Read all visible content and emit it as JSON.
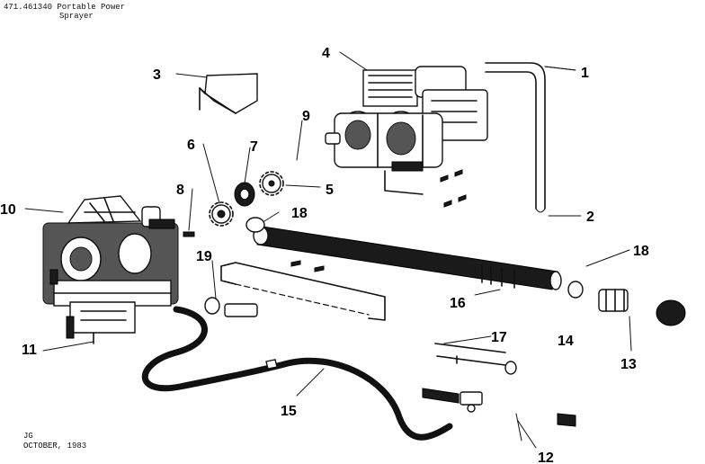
{
  "header": {
    "line1": "471.461340 Portable Power",
    "line2": "Sprayer"
  },
  "footer": {
    "line1": "JG",
    "line2": "OCTOBER, 1983"
  },
  "callouts": {
    "c1": "1",
    "c2": "2",
    "c3": "3",
    "c4": "4",
    "c5": "5",
    "c6": "6",
    "c7": "7",
    "c8": "8",
    "c9": "9",
    "c10": "10",
    "c11": "11",
    "c12": "12",
    "c13": "13",
    "c14": "14",
    "c15": "15",
    "c16": "16",
    "c17": "17",
    "c18a": "18",
    "c18b": "18",
    "c19": "19"
  }
}
